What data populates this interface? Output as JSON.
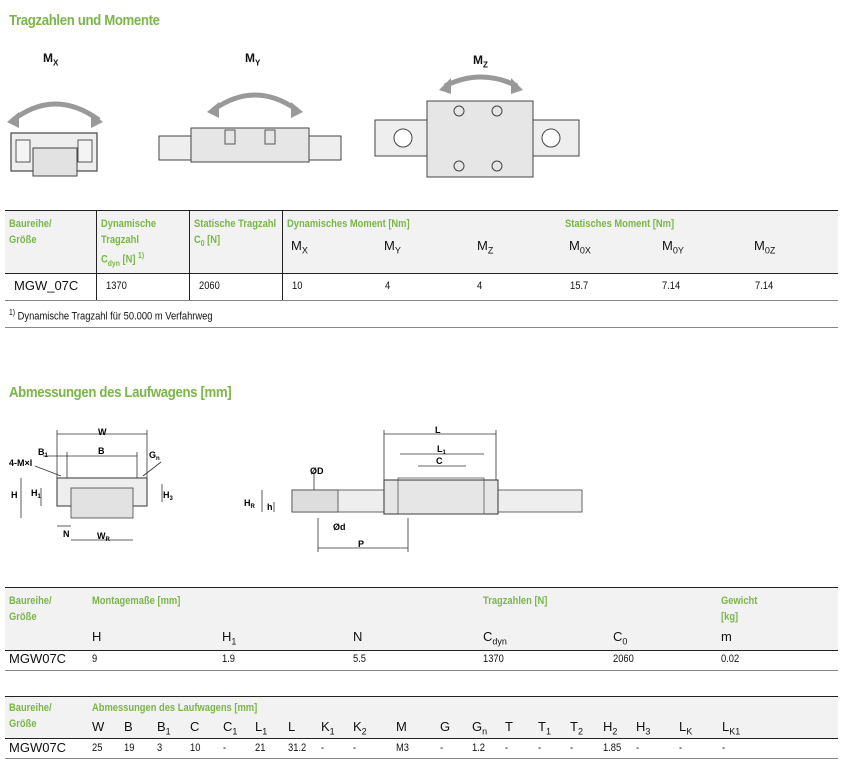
{
  "section1": {
    "title": "Tragzahlen und Momente",
    "diagram_labels": {
      "mx": "M",
      "mx_sub": "X",
      "my": "M",
      "my_sub": "Y",
      "mz": "M",
      "mz_sub": "Z"
    },
    "table": {
      "col_baureihe": "Baureihe/",
      "col_baureihe2": "Größe",
      "col_dyn1": "Dynamische",
      "col_dyn2": "Tragzahl",
      "col_dyn3": "C",
      "col_dyn3_sub": "dyn",
      "col_dyn3_unit": " [N]",
      "col_dyn3_sup": "1)",
      "col_stat1": "Statische Tragzahl",
      "col_stat2": "C",
      "col_stat2_sub": "0",
      "col_stat2_unit": " [N]",
      "col_dynmom": "Dynamisches Moment [Nm]",
      "col_statmom": "Statisches Moment [Nm]",
      "sym_mx": "M",
      "sym_mx_sub": "X",
      "sym_my": "M",
      "sym_my_sub": "Y",
      "sym_mz": "M",
      "sym_mz_sub": "Z",
      "sym_m0x": "M",
      "sym_m0x_sub": "0X",
      "sym_m0y": "M",
      "sym_m0y_sub": "0Y",
      "sym_m0z": "M",
      "sym_m0z_sub": "0Z",
      "row": {
        "name": "MGW_07C",
        "cdyn": "1370",
        "c0": "2060",
        "mx": "10",
        "my": "4",
        "mz": "4",
        "m0x": "15.7",
        "m0y": "7.14",
        "m0z": "7.14"
      }
    },
    "footnote_sup": "1)",
    "footnote": " Dynamische Tragzahl für 50.000 m Verfahrweg"
  },
  "section2": {
    "title": "Abmessungen des Laufwagens [mm]",
    "diagram_labels": {
      "W": "W",
      "B": "B",
      "B1": "B",
      "B1_sub": "1",
      "Gn": "G",
      "Gn_sub": "n",
      "mxl": "4-M×l",
      "H": "H",
      "H1": "H",
      "H1_sub": "1",
      "N": "N",
      "WR": "W",
      "WR_sub": "R",
      "H3": "H",
      "H3_sub": "3",
      "L": "L",
      "L1": "L",
      "L1_sub": "1",
      "C": "C",
      "D": "ØD",
      "d": "Ød",
      "P": "P",
      "HR": "H",
      "HR_sub": "R",
      "h": "h"
    },
    "table1": {
      "col_baureihe": "Baureihe/",
      "col_baureihe2": "Größe",
      "col_montage": "Montagemaße [mm]",
      "col_trag": "Tragzahlen [N]",
      "col_gewicht1": "Gewicht",
      "col_gewicht2": "[kg]",
      "sym_H": "H",
      "sym_H1": "H",
      "sym_H1_sub": "1",
      "sym_N": "N",
      "sym_Cdyn": "C",
      "sym_Cdyn_sub": "dyn",
      "sym_C0": "C",
      "sym_C0_sub": "0",
      "sym_m": "m",
      "row": {
        "name": "MGW07C",
        "H": "9",
        "H1": "1.9",
        "N": "5.5",
        "Cdyn": "1370",
        "C0": "2060",
        "m": "0.02"
      }
    },
    "table2": {
      "col_baureihe": "Baureihe/",
      "col_baureihe2": "Größe",
      "col_abm": "Abmessungen des Laufwagens [mm]",
      "symbols": [
        {
          "s": "W",
          "sub": ""
        },
        {
          "s": "B",
          "sub": ""
        },
        {
          "s": "B",
          "sub": "1"
        },
        {
          "s": "C",
          "sub": ""
        },
        {
          "s": "C",
          "sub": "1"
        },
        {
          "s": "L",
          "sub": "1"
        },
        {
          "s": "L",
          "sub": ""
        },
        {
          "s": "K",
          "sub": "1"
        },
        {
          "s": "K",
          "sub": "2"
        },
        {
          "s": "M",
          "sub": ""
        },
        {
          "s": "G",
          "sub": ""
        },
        {
          "s": "G",
          "sub": "n"
        },
        {
          "s": "T",
          "sub": ""
        },
        {
          "s": "T",
          "sub": "1"
        },
        {
          "s": "T",
          "sub": "2"
        },
        {
          "s": "H",
          "sub": "2"
        },
        {
          "s": "H",
          "sub": "3"
        },
        {
          "s": "L",
          "sub": "K"
        },
        {
          "s": "L",
          "sub": "K1"
        }
      ],
      "row_name": "MGW07C",
      "values": [
        "25",
        "19",
        "3",
        "10",
        "-",
        "21",
        "31.2",
        "-",
        "-",
        "M3",
        "-",
        "1.2",
        "-",
        "-",
        "-",
        "1.85",
        "-",
        "-",
        "-"
      ]
    }
  }
}
